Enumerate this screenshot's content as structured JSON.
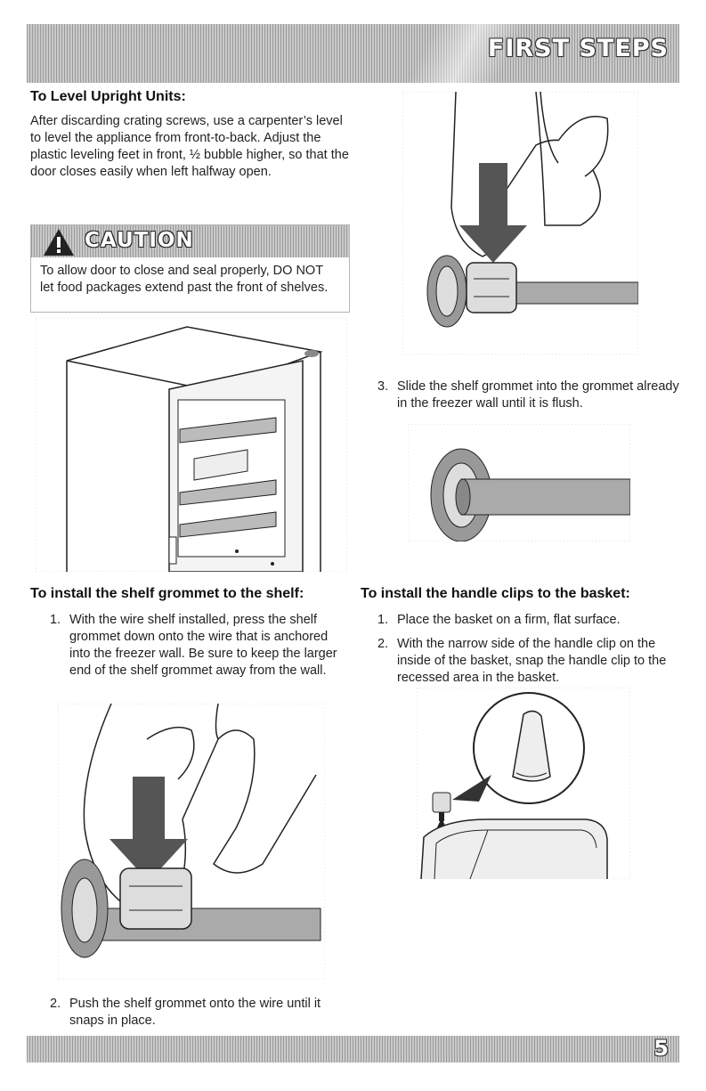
{
  "header": {
    "section_title": "FIRST STEPS"
  },
  "level_section": {
    "heading": "To Level Upright Units:",
    "body": "After discarding crating screws, use a carpenter’s level to level the appliance from front-to-back. Adjust the plastic leveling feet in front, ½ bubble higher, so that the door closes easily when left halfway open."
  },
  "caution": {
    "title": "CAUTION",
    "body": "To allow door to close and seal properly, DO NOT let food packages extend past the front of shelves."
  },
  "grommet_section": {
    "heading": "To install the shelf grommet to the shelf:",
    "steps": [
      {
        "num": "1.",
        "text": "With the wire shelf installed, press the shelf grommet down onto the wire that is anchored into the freezer wall. Be sure to keep the larger end of the shelf grommet away from the wall."
      },
      {
        "num": "2.",
        "text": "Push the shelf grommet onto the wire until it snaps in place."
      },
      {
        "num": "3.",
        "text": "Slide the shelf grommet into the grommet already in the freezer wall until it is flush."
      }
    ]
  },
  "handle_section": {
    "heading": "To install the handle clips to the basket:",
    "steps": [
      {
        "num": "1.",
        "text": "Place the basket on a firm, flat surface."
      },
      {
        "num": "2.",
        "text": "With the narrow side of the handle clip on the inside of the basket, snap the handle clip to the recessed area in the basket."
      }
    ]
  },
  "footer": {
    "page_number": "5"
  },
  "icons": {
    "caution": "warning-triangle-icon"
  },
  "colors": {
    "band": "#c9c9c9",
    "text": "#222222"
  }
}
